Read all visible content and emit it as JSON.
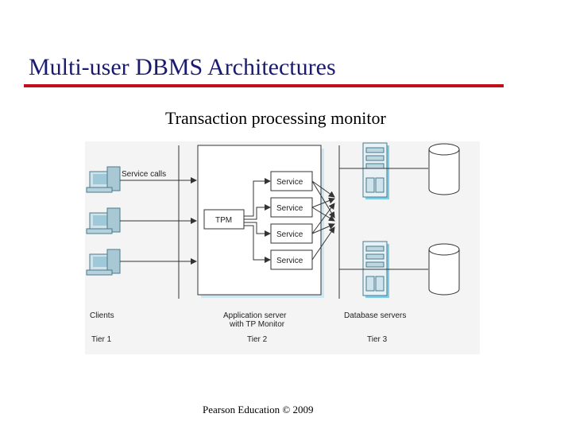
{
  "slide": {
    "title": "Multi-user DBMS Architectures",
    "subtitle": "Transaction processing monitor",
    "footer": "Pearson Education © 2009"
  },
  "diagram": {
    "service_calls_label": "Service calls",
    "tpm_label": "TPM",
    "services": [
      "Service",
      "Service",
      "Service",
      "Service"
    ],
    "clients_label": "Clients",
    "app_server_label_line1": "Application server",
    "app_server_label_line2": "with TP Monitor",
    "db_servers_label": "Database servers",
    "tiers": [
      "Tier 1",
      "Tier 2",
      "Tier 3"
    ]
  },
  "colors": {
    "title": "#1a1a6e",
    "rule": "#c0101a",
    "panel": "#f4f4f4",
    "server_shadow": "#7ecfe6",
    "device": "#8fb8c8"
  }
}
